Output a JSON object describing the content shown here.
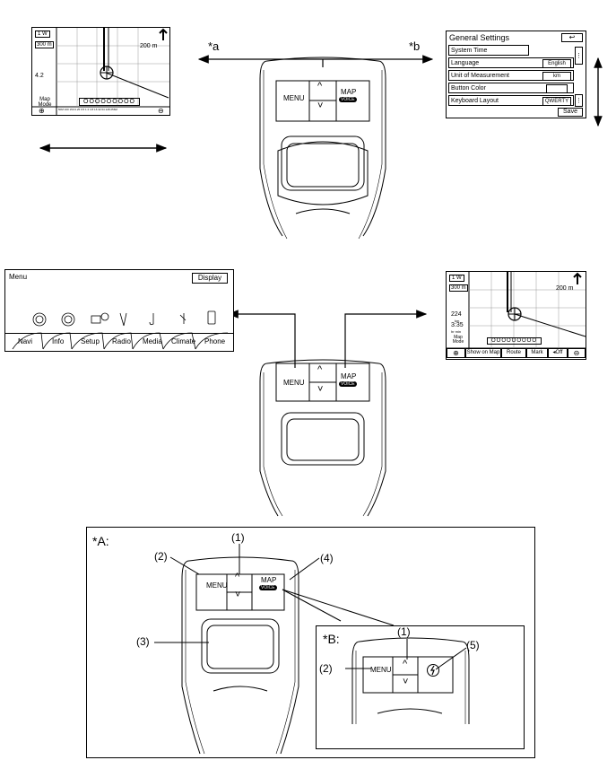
{
  "labels": {
    "a_marker": "*a",
    "b_marker": "*b",
    "A_marker": "*A:",
    "B_marker": "*B:",
    "n1": "(1)",
    "n1b": "(1)",
    "n2": "(2)",
    "n2b": "(2)",
    "n3": "(3)",
    "n4": "(4)",
    "n5": "(5)"
  },
  "controller": {
    "menu_label": "MENU",
    "map_label": "MAP",
    "voice_label": "VOICE",
    "up_glyph": "^",
    "down_glyph": "˅"
  },
  "map_screen_top": {
    "distance_box": "300 m",
    "turn_distance": "200 m",
    "mode_label": "Map Mode",
    "dots": "OOOOOOOOO",
    "scale": "50M 100 150 0.25 0.5 1 2 4 8 16 32 64 128 256M",
    "top_left": "1 W",
    "mid_value": "4.2"
  },
  "general_settings": {
    "title": "General Settings",
    "rows": [
      {
        "label": "System Time",
        "value": ""
      },
      {
        "label": "Language",
        "value": "English"
      },
      {
        "label": "Unit of Measurement",
        "value": "km"
      },
      {
        "label": "Button Color",
        "value": ""
      },
      {
        "label": "Keyboard Layout",
        "value": "QWERTY"
      }
    ],
    "save_label": "Save"
  },
  "menu_screen": {
    "title": "Menu",
    "display_button": "Display",
    "items": [
      "Navi",
      "Info",
      "Setup",
      "Radio",
      "Media",
      "Climate",
      "Phone"
    ]
  },
  "map_screen_mid": {
    "top_left": "1 W",
    "distance_box": "300 m",
    "turn_distance": "200 m",
    "speed": "224",
    "km": "km",
    "time": "3:35",
    "time_sub": "hr min",
    "mode_label": "Map Mode",
    "dots": "OOOOOOOOO",
    "buttons": [
      "Show on Map",
      "Route",
      "Mark",
      "Off"
    ]
  }
}
